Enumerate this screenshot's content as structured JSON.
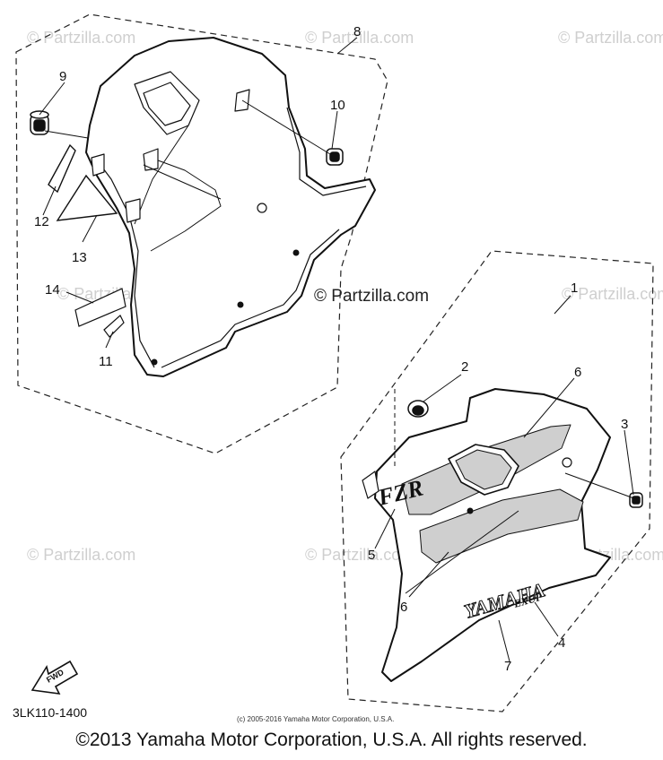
{
  "watermark": "© Partzilla.com",
  "callouts": {
    "c1": "1",
    "c2": "2",
    "c3": "3",
    "c4": "4",
    "c5": "5",
    "c6a": "6",
    "c6b": "6",
    "c7": "7",
    "c8": "8",
    "c9": "9",
    "c10": "10",
    "c11": "11",
    "c12": "12",
    "c13": "13",
    "c14": "14"
  },
  "side_cowl_labels": {
    "model_logo": "FZR",
    "brand_logo": "YAMAHA",
    "sub_logo": "EXUP"
  },
  "fwd_arrow_label": "FWD",
  "diagram_code": "3LK110-1400",
  "small_copyright": "(c) 2005-2016 Yamaha Motor Corporation, U.S.A.",
  "footer_copyright": "©2013 Yamaha Motor Corporation, U.S.A. All rights reserved."
}
